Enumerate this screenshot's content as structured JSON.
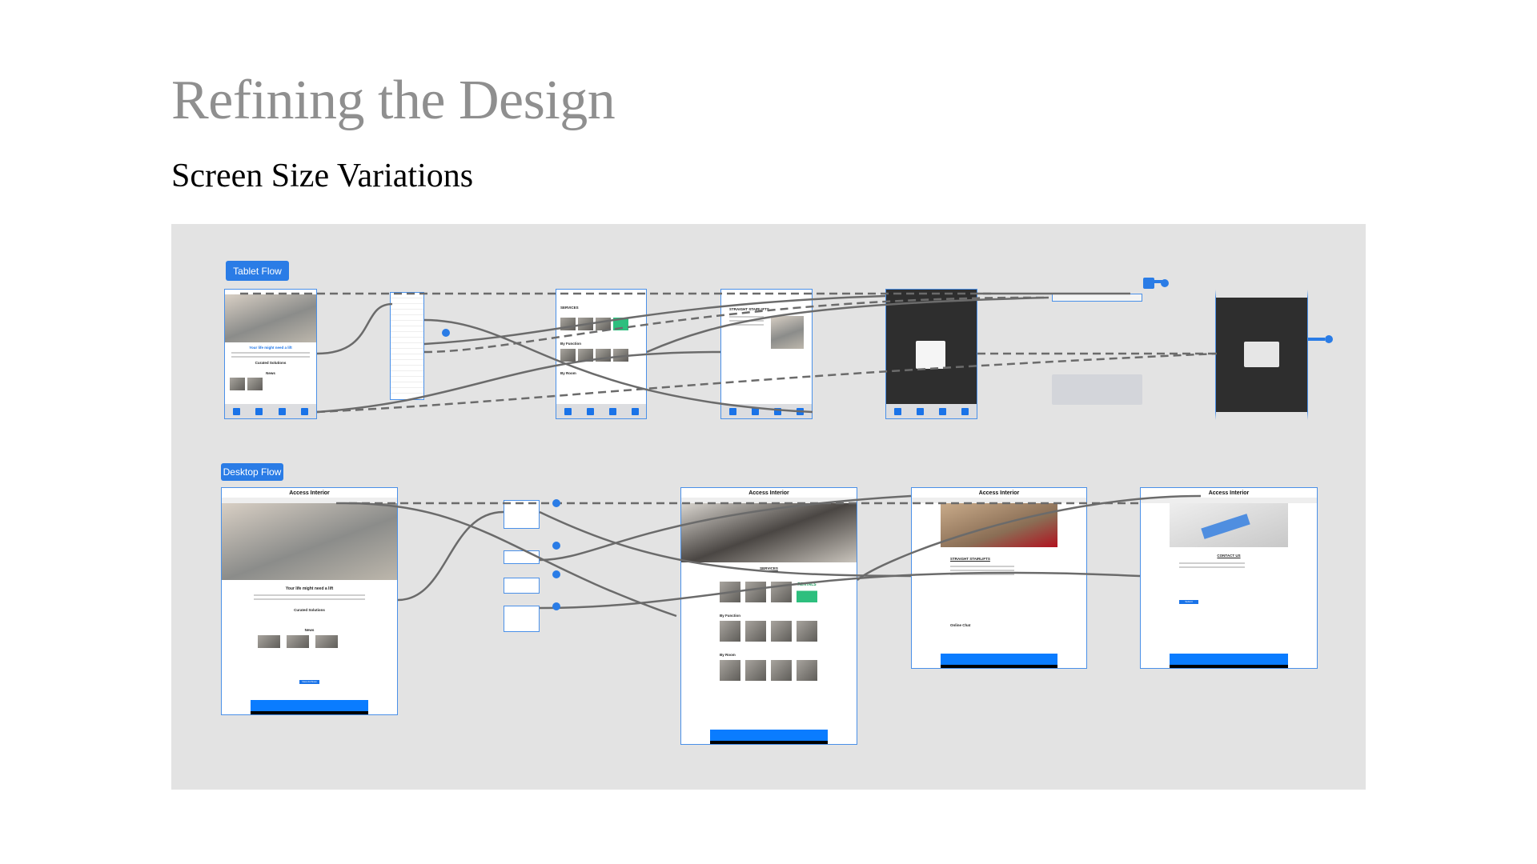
{
  "slide": {
    "title": "Refining the Design",
    "subtitle": "Screen Size Variations"
  },
  "flows": {
    "tablet_label": "Tablet Flow",
    "desktop_label": "Desktop Flow"
  },
  "site": {
    "brand": "Access Interior",
    "home_heading": "Your life might need a lift",
    "curated": "Curated Solutions",
    "news": "News",
    "services_heading": "SERVICES",
    "by_function": "By Function",
    "by_room": "By Room",
    "rentals": "RENTALS",
    "stairlifts_heading": "STRAIGHT STAIRLIFTS",
    "online_chat": "Online Chat",
    "contact_heading": "CONTACT US",
    "submit": "Submit",
    "view_archives": "View Archives"
  },
  "colors": {
    "accent": "#2a7ce6",
    "canvas": "#e3e3e3",
    "wire": "#6b6b6b"
  }
}
